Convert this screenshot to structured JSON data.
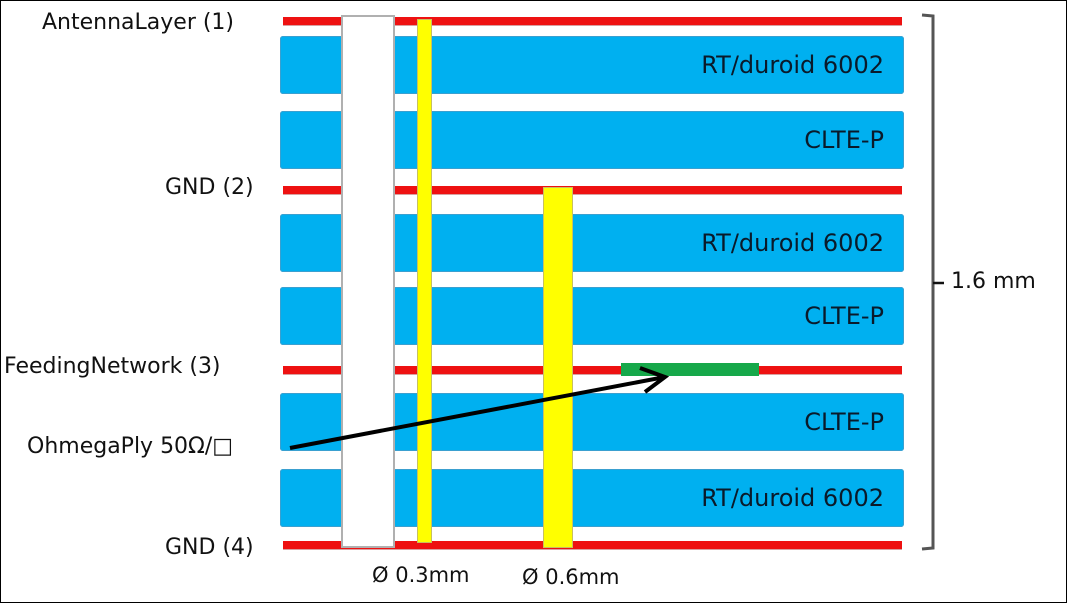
{
  "diagram": {
    "type": "pcb-stackup-cross-section",
    "layer_labels": [
      {
        "id": "antenna",
        "text": "AntennaLayer (1)"
      },
      {
        "id": "gnd2",
        "text": "GND (2)"
      },
      {
        "id": "feeding",
        "text": "FeedingNetwork (3)"
      },
      {
        "id": "resistor",
        "text": "OhmegaPly 50Ω/□"
      },
      {
        "id": "gnd4",
        "text": "GND (4)"
      }
    ],
    "substrates": [
      {
        "text": "RT/duroid 6002"
      },
      {
        "text": "CLTE-P"
      },
      {
        "text": "RT/duroid 6002"
      },
      {
        "text": "CLTE-P"
      },
      {
        "text": "CLTE-P"
      },
      {
        "text": "RT/duroid 6002"
      }
    ],
    "vias": [
      {
        "text": "Ø 0.3mm"
      },
      {
        "text": "Ø 0.6mm"
      }
    ],
    "total_thickness": "1.6 mm",
    "colors": {
      "copper": "#ee1111",
      "substrate": "#00b0f0",
      "via": "#ffff00",
      "resistor_trace": "#16a84a",
      "through_hole": "#ffffff"
    }
  }
}
